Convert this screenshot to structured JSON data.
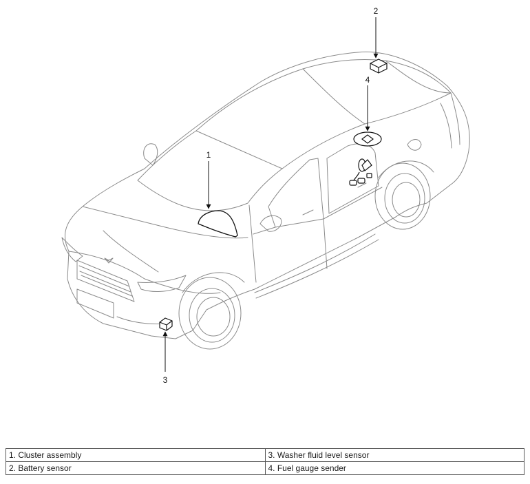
{
  "diagram": {
    "callouts": [
      {
        "number": "1"
      },
      {
        "number": "2"
      },
      {
        "number": "3"
      },
      {
        "number": "4"
      }
    ]
  },
  "legend": {
    "rows": [
      [
        "1. Cluster assembly",
        "3. Washer fluid level sensor"
      ],
      [
        "2. Battery sensor",
        "4. Fuel gauge sender"
      ]
    ]
  }
}
